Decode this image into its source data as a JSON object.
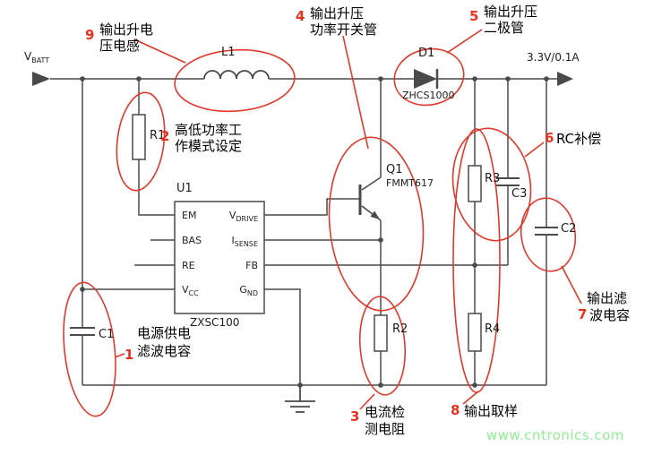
{
  "power": {
    "vbatt_main": "V",
    "vbatt_sub": "BATT",
    "output": "3.3V/0.1A"
  },
  "components": {
    "l1": "L1",
    "d1": "D1",
    "d1_part": "ZHCS1000",
    "r1": "R1",
    "r2": "R2",
    "r3": "R3",
    "r4": "R4",
    "c1": "C1",
    "c2": "C2",
    "c3": "C3",
    "q1": "Q1",
    "q1_part": "FMMT617",
    "u1": "U1",
    "u1_part": "ZXSC100"
  },
  "u1_pins": {
    "em": "EM",
    "bas": "BAS",
    "re": "RE",
    "vcc_main": "V",
    "vcc_sub": "CC",
    "vdrive_main": "V",
    "vdrive_sub": "DRIVE",
    "isense_main": "I",
    "isense_sub": "SENSE",
    "fb": "FB",
    "gnd_main": "G",
    "gnd_sub": "ND"
  },
  "annotations": [
    {
      "num": "1",
      "lines": [
        "电源供电",
        "滤波电容"
      ]
    },
    {
      "num": "2",
      "lines": [
        "高低功率工",
        "作模式设定"
      ]
    },
    {
      "num": "3",
      "lines": [
        "电流检",
        "测电阻"
      ]
    },
    {
      "num": "4",
      "lines": [
        "输出升压",
        "功率开关管"
      ]
    },
    {
      "num": "5",
      "lines": [
        "输出升压",
        "二极管"
      ]
    },
    {
      "num": "6",
      "lines": [
        "RC补偿"
      ]
    },
    {
      "num": "7",
      "lines": [
        "输出滤",
        "波电容"
      ]
    },
    {
      "num": "8",
      "lines": [
        "输出取样"
      ]
    },
    {
      "num": "9",
      "lines": [
        "输出升电",
        "压电感"
      ]
    }
  ],
  "watermark": "www.cntronics.com",
  "colors": {
    "wire": "#4a4a4a",
    "annotation_red": "#e0392b",
    "number_red": "#e8311f",
    "watermark_green": "#90ee90"
  }
}
